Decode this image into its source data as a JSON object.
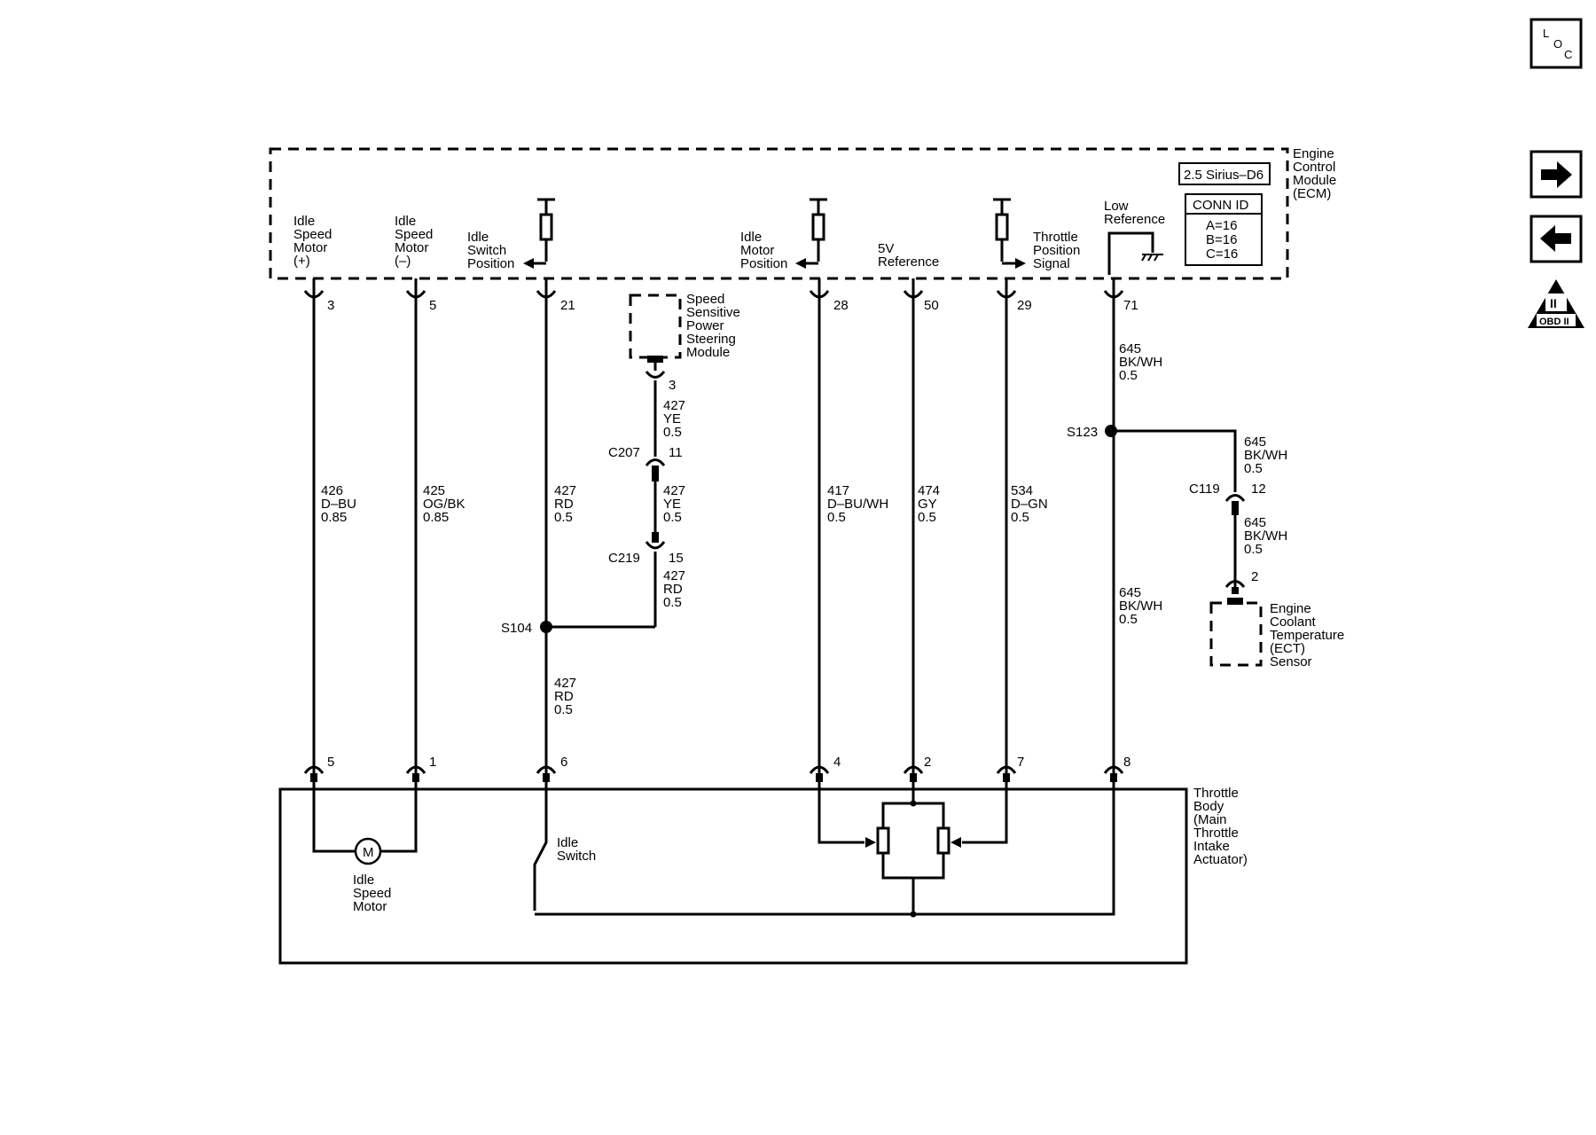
{
  "ecm": {
    "name": [
      "Engine",
      "Control",
      "Module",
      "(ECM)"
    ],
    "tag": "2.5 Sirius–D6",
    "conn_id_title": "CONN ID",
    "conn_ids": [
      "A=16",
      "B=16",
      "C=16"
    ],
    "pins": [
      {
        "label": [
          "Idle",
          "Speed",
          "Motor",
          "(+)"
        ],
        "pin": "3"
      },
      {
        "label": [
          "Idle",
          "Speed",
          "Motor",
          "(–)"
        ],
        "pin": "5"
      },
      {
        "label": [
          "Idle",
          "Switch",
          "Position"
        ],
        "pin": "21"
      },
      {
        "label": [
          "Idle",
          "Motor",
          "Position"
        ],
        "pin": "28"
      },
      {
        "label": [
          "5V",
          "Reference"
        ],
        "pin": "50"
      },
      {
        "label": [
          "Throttle",
          "Position",
          "Signal"
        ],
        "pin": "29"
      },
      {
        "label": [
          "Low",
          "Reference"
        ],
        "pin": "71"
      }
    ]
  },
  "wires": [
    {
      "lines": [
        "426",
        "D–BU",
        "0.85"
      ]
    },
    {
      "lines": [
        "425",
        "OG/BK",
        "0.85"
      ]
    },
    {
      "lines": [
        "427",
        "RD",
        "0.5"
      ]
    },
    {
      "lines": [
        "417",
        "D–BU/WH",
        "0.5"
      ]
    },
    {
      "lines": [
        "474",
        "GY",
        "0.5"
      ]
    },
    {
      "lines": [
        "534",
        "D–GN",
        "0.5"
      ]
    },
    {
      "lines": [
        "645",
        "BK/WH",
        "0.5"
      ]
    }
  ],
  "pspm": {
    "name": [
      "Speed",
      "Sensitive",
      "Power",
      "Steering",
      "Module"
    ],
    "pin": "3",
    "wire1": [
      "427",
      "YE",
      "0.5"
    ],
    "c207": "C207",
    "c207_pin": "11",
    "wire2": [
      "427",
      "YE",
      "0.5"
    ],
    "c219": "C219",
    "c219_pin": "15",
    "wire3": [
      "427",
      "RD",
      "0.5"
    ]
  },
  "splices": {
    "s104": "S104",
    "s123": "S123"
  },
  "rd_lower": [
    "427",
    "RD",
    "0.5"
  ],
  "bk_lower": [
    "645",
    "BK/WH",
    "0.5"
  ],
  "ect": {
    "wire1": [
      "645",
      "BK/WH",
      "0.5"
    ],
    "c119": "C119",
    "c119_pin": "12",
    "wire2": [
      "645",
      "BK/WH",
      "0.5"
    ],
    "pin": "2",
    "name": [
      "Engine",
      "Coolant",
      "Temperature",
      "(ECT)",
      "Sensor"
    ]
  },
  "throttle_body": {
    "name": [
      "Throttle",
      "Body",
      "(Main",
      "Throttle",
      "Intake",
      "Actuator)"
    ],
    "pins": [
      "5",
      "1",
      "6",
      "4",
      "2",
      "7",
      "8"
    ],
    "motor_symbol": "M",
    "motor_label": [
      "Idle",
      "Speed",
      "Motor"
    ],
    "switch_label": [
      "Idle",
      "Switch"
    ]
  },
  "nav": {
    "loc_letters": [
      "L",
      "O",
      "C"
    ],
    "obd_label": "OBD II",
    "obd_symbol": "II"
  }
}
